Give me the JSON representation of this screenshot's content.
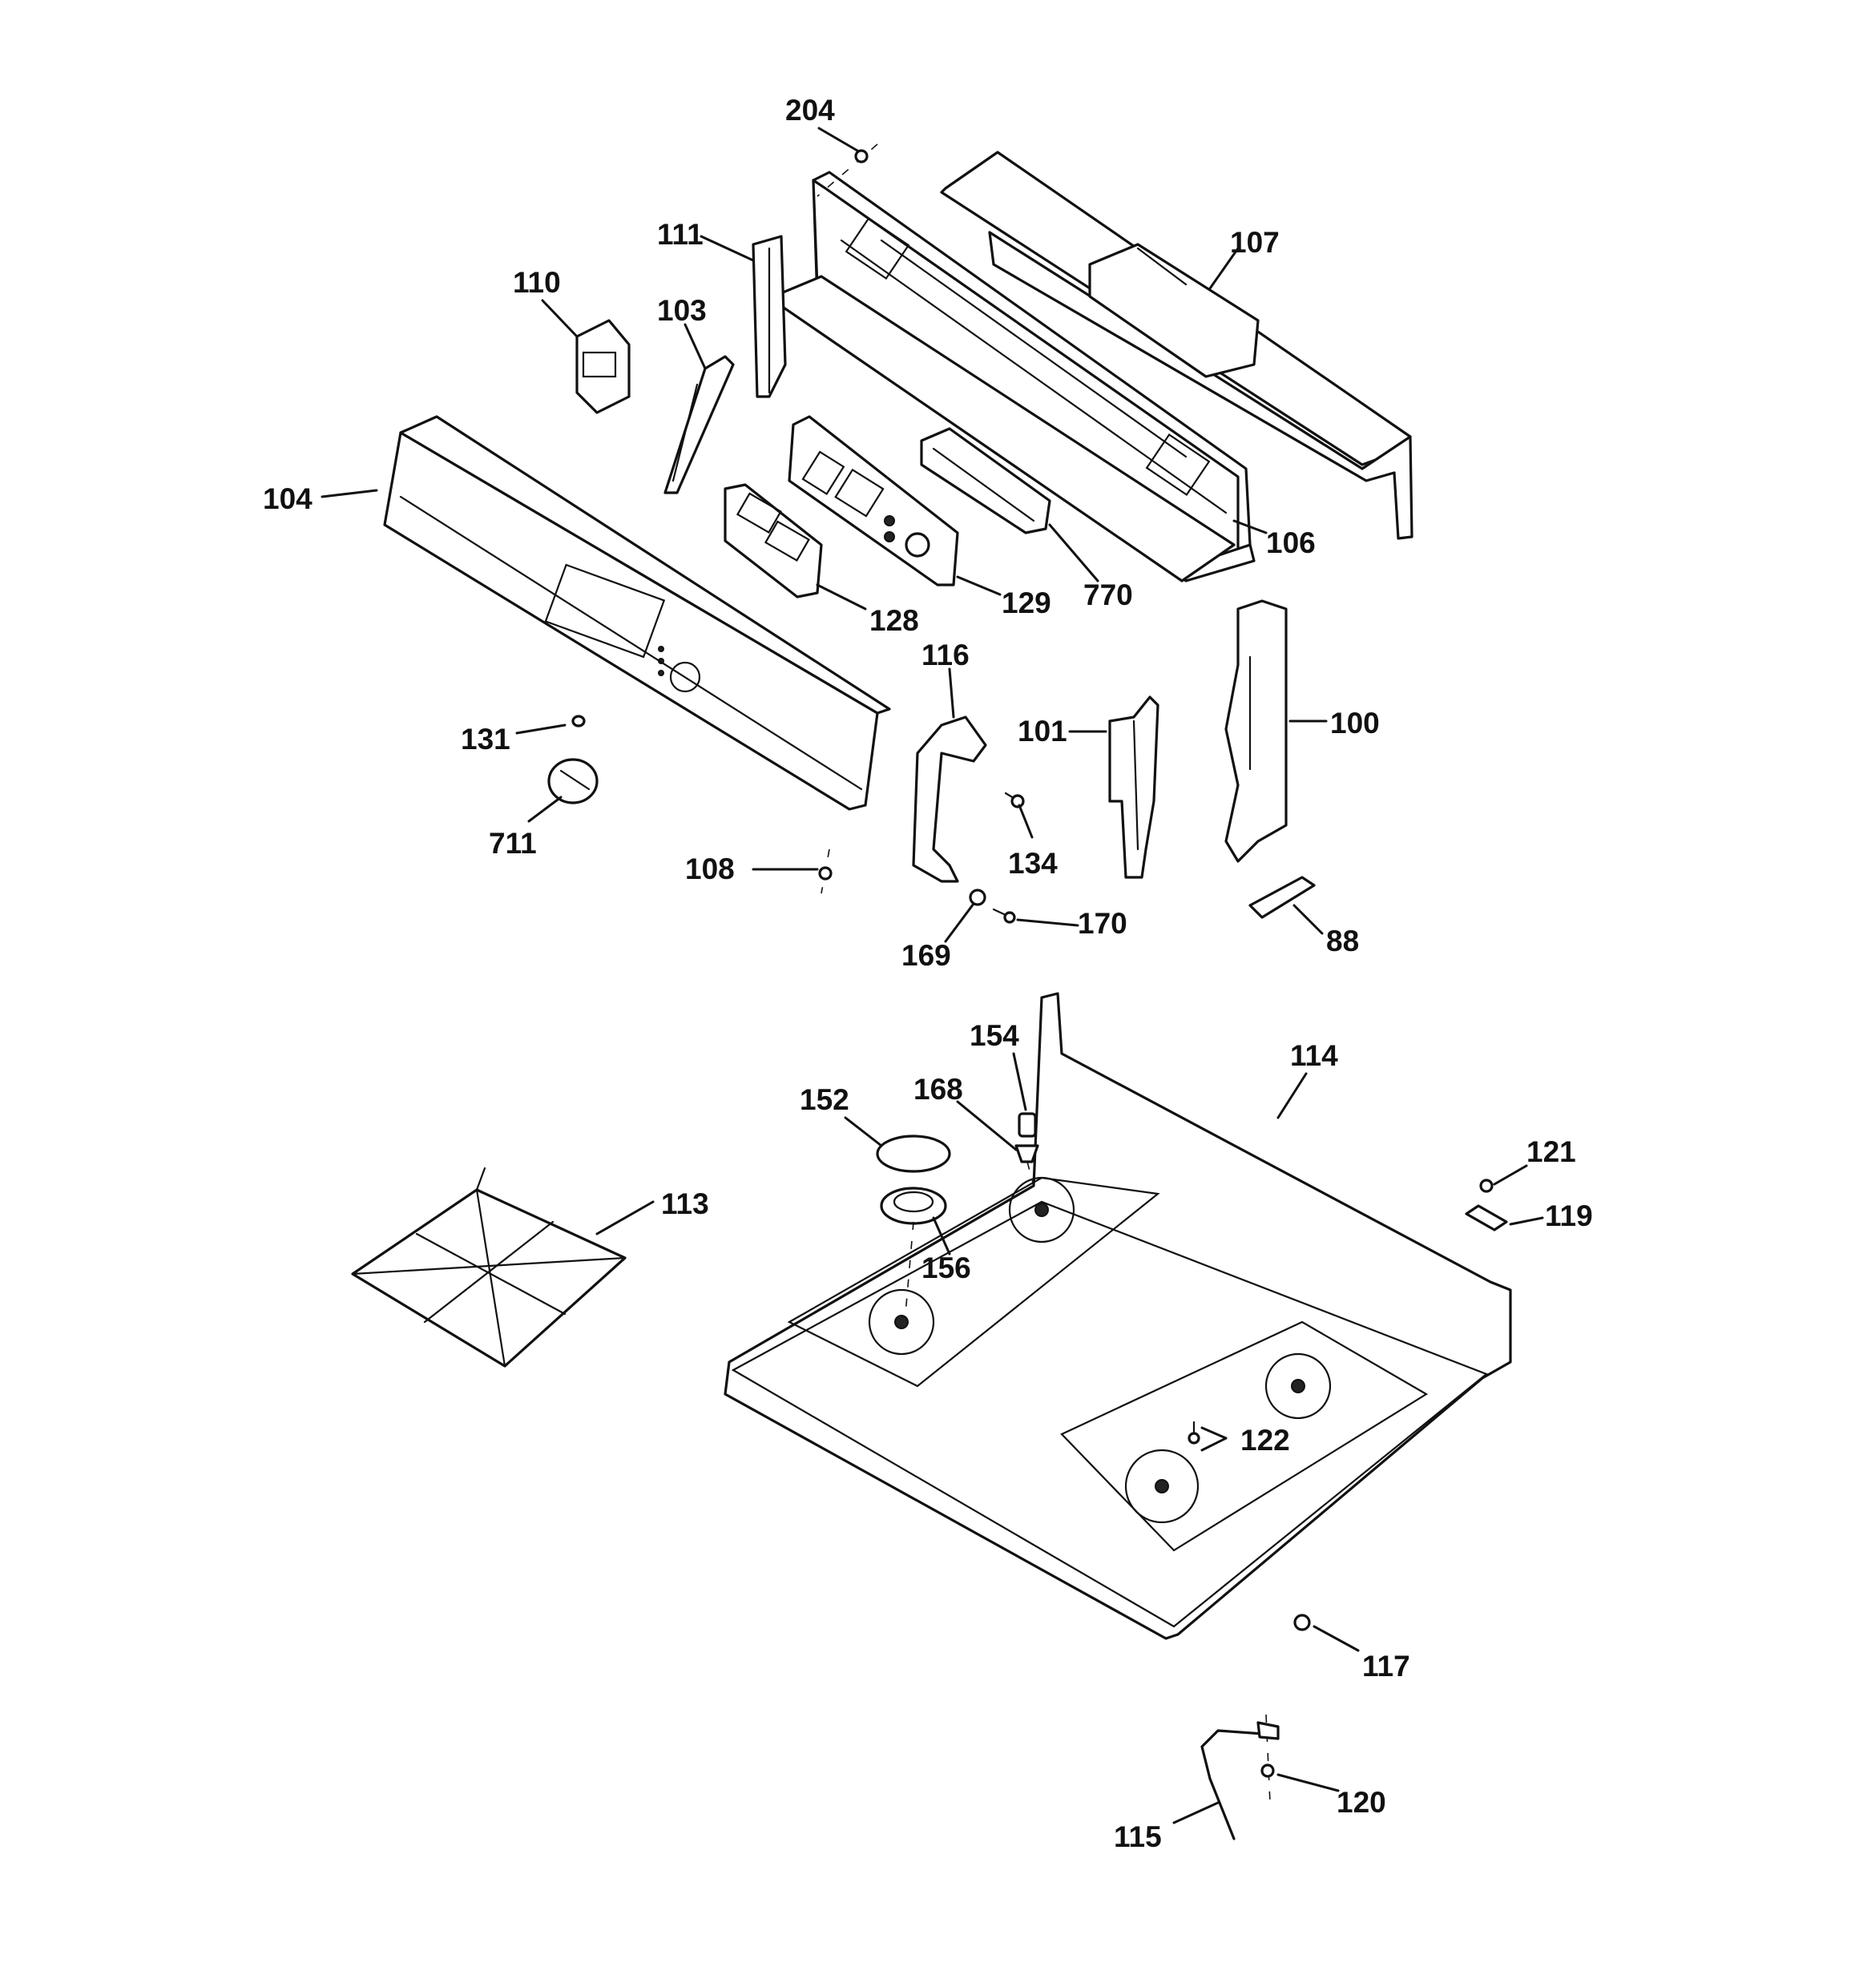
{
  "diagram": {
    "type": "exploded-parts-diagram",
    "callouts": [
      {
        "id": "204",
        "label": "204"
      },
      {
        "id": "107",
        "label": "107"
      },
      {
        "id": "111",
        "label": "111"
      },
      {
        "id": "110",
        "label": "110"
      },
      {
        "id": "103",
        "label": "103"
      },
      {
        "id": "104",
        "label": "104"
      },
      {
        "id": "106",
        "label": "106"
      },
      {
        "id": "770",
        "label": "770"
      },
      {
        "id": "129",
        "label": "129"
      },
      {
        "id": "128",
        "label": "128"
      },
      {
        "id": "116",
        "label": "116"
      },
      {
        "id": "131",
        "label": "131"
      },
      {
        "id": "711",
        "label": "711"
      },
      {
        "id": "101",
        "label": "101"
      },
      {
        "id": "100",
        "label": "100"
      },
      {
        "id": "134",
        "label": "134"
      },
      {
        "id": "108",
        "label": "108"
      },
      {
        "id": "170",
        "label": "170"
      },
      {
        "id": "169",
        "label": "169"
      },
      {
        "id": "88",
        "label": "88"
      },
      {
        "id": "154",
        "label": "154"
      },
      {
        "id": "114",
        "label": "114"
      },
      {
        "id": "152",
        "label": "152"
      },
      {
        "id": "168",
        "label": "168"
      },
      {
        "id": "113",
        "label": "113"
      },
      {
        "id": "121",
        "label": "121"
      },
      {
        "id": "119",
        "label": "119"
      },
      {
        "id": "156",
        "label": "156"
      },
      {
        "id": "122",
        "label": "122"
      },
      {
        "id": "117",
        "label": "117"
      },
      {
        "id": "120",
        "label": "120"
      },
      {
        "id": "115",
        "label": "115"
      }
    ]
  }
}
